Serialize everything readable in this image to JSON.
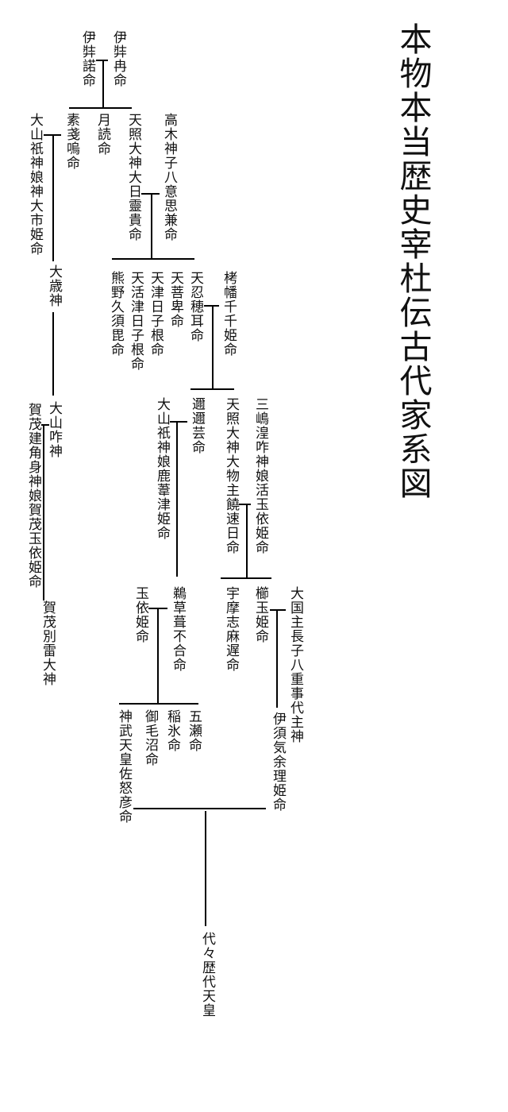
{
  "title": "本物本当歴史宰杜伝古代家系図",
  "people": {
    "izanagi": "伊弉諾命",
    "izanami": "伊弉冉命",
    "susanoo": "素戔嗚命",
    "tsukuyomi": "月読命",
    "amaterasu": "天照大神大日靈貴命",
    "takagi": "高木神子八意思兼命",
    "oyamatsumi_kamuoichi": "大山祇神娘神大市姫命",
    "ootoshi": "大歳神",
    "oshihomimi": "天忍穂耳命",
    "hohi": "天菩卑命",
    "amatsuhikone": "天津日子根命",
    "ikutsuhikone": "天活津日子根命",
    "kumanokusubi": "熊野久須毘命",
    "takuhatachiji": "栲幡千千姫命",
    "oyamakui": "大山咋神",
    "kamo_tamayori": "賀茂建角身神娘賀茂玉依姫命",
    "kamo_wakeikazuchi": "賀茂別雷大神",
    "ninigi": "邇邇芸命",
    "oyamatsumi_kaya": "大山祇神娘鹿葦津姫命",
    "nigihayahi": "天照大神大物主饒速日命",
    "mishima_ikutamayori": "三嶋湟咋神娘活玉依姫命",
    "ugayafukiaezu": "鵜草葺不合命",
    "tamayori": "玉依姫命",
    "umashimaji": "宇摩志麻遅命",
    "kushitama": "櫛玉姫命",
    "kotoshironushi": "大国主長子八重事代主神",
    "jimmu": "神武天皇佐怒彦命",
    "mikenu": "御毛沼命",
    "inahi": "稲氷命",
    "itsuse": "五瀬命",
    "isukeyori": "伊須気余理姫命",
    "emperors": "代々歴代天皇"
  }
}
